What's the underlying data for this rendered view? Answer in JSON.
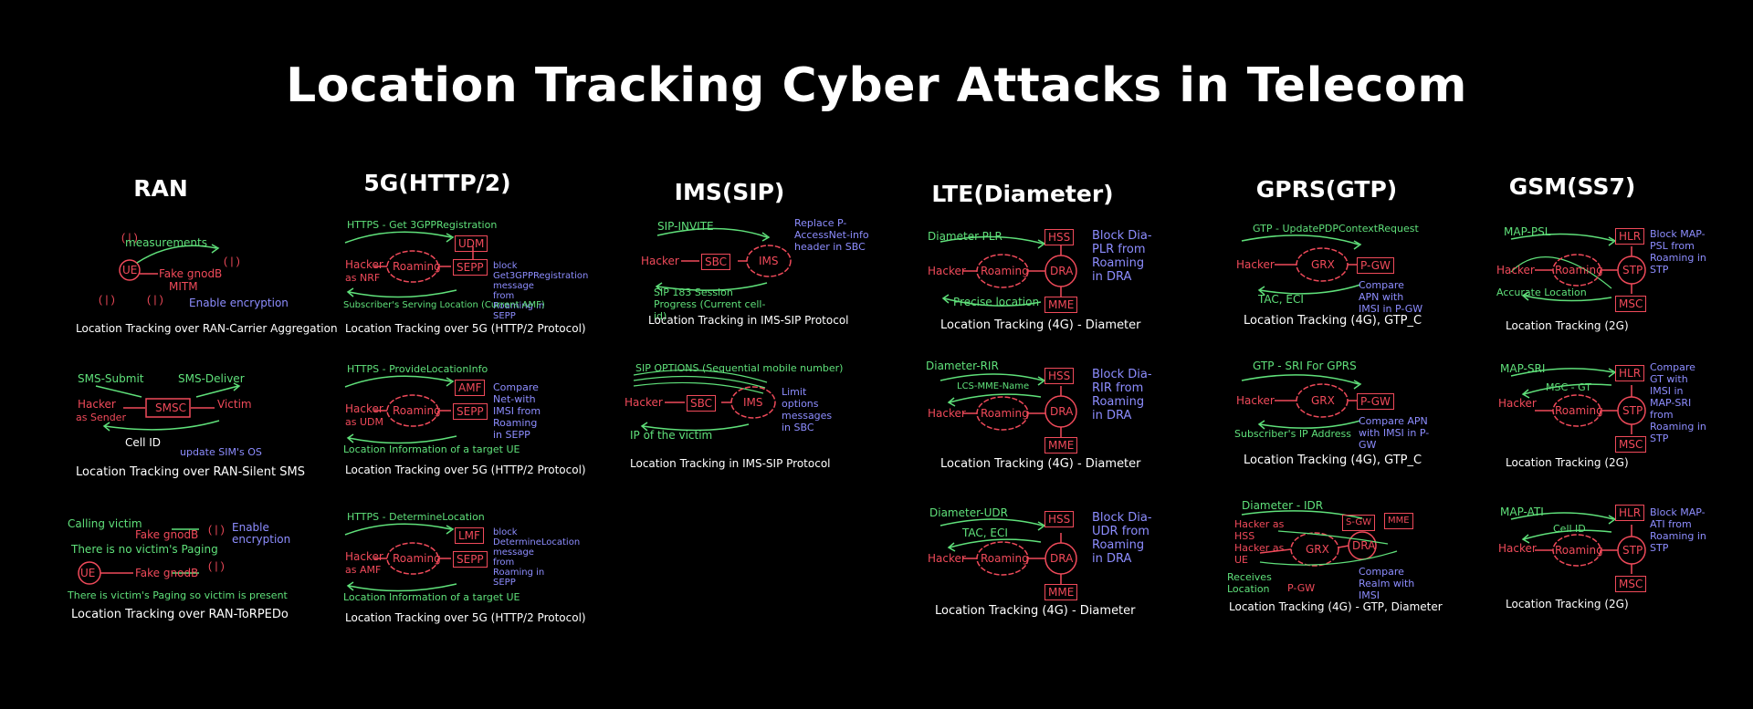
{
  "title": "Location Tracking Cyber Attacks in Telecom",
  "columns": [
    "RAN",
    "5G(HTTP/2)",
    "IMS(SIP)",
    "LTE(Diameter)",
    "GPRS(GTP)",
    "GSM(SS7)"
  ],
  "panels": {
    "ran1": {
      "caption": "Location Tracking over RAN-Carrier Aggregation",
      "measurements": "measurements",
      "ue": "UE",
      "fake": "Fake gnodB",
      "mitm": "MITM",
      "fix": "Enable encryption"
    },
    "ran2": {
      "caption": "Location Tracking over RAN-Silent SMS",
      "submit": "SMS-Submit",
      "deliver": "SMS-Deliver",
      "hacker": "Hacker",
      "as": "as Sender",
      "smsc": "SMSC",
      "victim": "Victim",
      "cellid": "Cell ID",
      "fix": "update SIM's OS"
    },
    "ran3": {
      "caption": "Location Tracking over RAN-ToRPEDo",
      "calling": "Calling victim",
      "fake1": "Fake gnodB",
      "noPaging": "There is no victim's Paging",
      "ue": "UE",
      "fake2": "Fake gnodB",
      "paging": "There is victim's Paging so victim is present",
      "fix": "Enable encryption"
    },
    "g5a": {
      "caption": "Location Tracking over 5G (HTTP/2 Protocol)",
      "top": "HTTPS - Get 3GPPRegistration",
      "hacker": "Hacker",
      "as": "as NRF",
      "roaming": "Roaming",
      "udm": "UDM",
      "sepp": "SEPP",
      "bottom": "Subscriber's Serving Location (Current AMF)",
      "fix": "block Get3GPPRegistration message from Roaming in SEPP"
    },
    "g5b": {
      "caption": "Location Tracking over 5G (HTTP/2 Protocol)",
      "top": "HTTPS - ProvideLocationInfo",
      "hacker": "Hacker",
      "as": "as UDM",
      "roaming": "Roaming",
      "amf": "AMF",
      "sepp": "SEPP",
      "bottom": "Location Information of a target UE",
      "fix": "Compare Net-with IMSI from Roaming in SEPP"
    },
    "g5c": {
      "caption": "Location Tracking over 5G (HTTP/2 Protocol)",
      "top": "HTTPS - DetermineLocation",
      "hacker": "Hacker",
      "as": "as AMF",
      "roaming": "Roaming",
      "lmf": "LMF",
      "sepp": "SEPP",
      "bottom": "Location Information of a target UE",
      "fix": "block DetermineLocation message from Roaming in SEPP"
    },
    "ims1": {
      "caption": "Location Tracking in IMS-SIP Protocol",
      "top": "SIP-INVITE",
      "hacker": "Hacker",
      "sbc": "SBC",
      "ims": "IMS",
      "bottom": "SIP 183 Session Progress (Current cell-id)",
      "fix": "Replace P-AccessNet-info header in SBC"
    },
    "ims2": {
      "caption": "Location Tracking in IMS-SIP Protocol",
      "top": "SIP OPTIONS (Sequential mobile number)",
      "hacker": "Hacker",
      "sbc": "SBC",
      "ims": "IMS",
      "bottom": "IP of the victim",
      "fix": "Limit options messages in SBC"
    },
    "lte1": {
      "caption": "Location Tracking (4G) - Diameter",
      "top": "Diameter-PLR",
      "hacker": "Hacker",
      "roaming": "Roaming",
      "hss": "HSS",
      "dra": "DRA",
      "mme": "MME",
      "bottom": "Precise location",
      "fix": "Block Dia-PLR from Roaming in DRA"
    },
    "lte2": {
      "caption": "Location Tracking (4G) - Diameter",
      "top": "Diameter-RIR",
      "mid": "LCS-MME-Name",
      "hacker": "Hacker",
      "roaming": "Roaming",
      "hss": "HSS",
      "dra": "DRA",
      "mme": "MME",
      "fix": "Block Dia-RIR from Roaming in DRA"
    },
    "lte3": {
      "caption": "Location Tracking (4G) - Diameter",
      "top": "Diameter-UDR",
      "mid": "TAC, ECI",
      "hacker": "Hacker",
      "roaming": "Roaming",
      "hss": "HSS",
      "dra": "DRA",
      "mme": "MME",
      "fix": "Block Dia-UDR from Roaming in DRA"
    },
    "gtp1": {
      "caption": "Location Tracking (4G), GTP_C",
      "top": "GTP - UpdatePDPContextRequest",
      "hacker": "Hacker",
      "grx": "GRX",
      "pgw": "P-GW",
      "bottom": "TAC, ECI",
      "fix": "Compare APN with IMSI in P-GW"
    },
    "gtp2": {
      "caption": "Location Tracking (4G), GTP_C",
      "top": "GTP - SRI For GPRS",
      "hacker": "Hacker",
      "grx": "GRX",
      "pgw": "P-GW",
      "bottom": "Subscriber's IP Address",
      "fix": "Compare APN with IMSI in P-GW"
    },
    "gtp3": {
      "caption": "Location Tracking (4G) - GTP, Diameter",
      "top": "Diameter - IDR",
      "hacker": "Hacker as HSS",
      "hacker2": "Hacker as UE",
      "sgw": "S-GW",
      "mme": "MME",
      "grx": "GRX",
      "dra": "DRA",
      "bottom": "Receives Location",
      "pgw": "P-GW",
      "fix": "Compare Realm with IMSI"
    },
    "gsm1": {
      "caption": "Location Tracking (2G)",
      "top": "MAP-PSL",
      "hacker": "Hacker",
      "roaming": "Roaming",
      "hlr": "HLR",
      "stp": "STP",
      "msc": "MSC",
      "bottom": "Accurate Location",
      "fix": "Block MAP-PSL from Roaming in STP"
    },
    "gsm2": {
      "caption": "Location Tracking (2G)",
      "top": "MAP-SRI",
      "mid": "MSC - GT",
      "hacker": "Hacker",
      "roaming": "Roaming",
      "hlr": "HLR",
      "stp": "STP",
      "msc": "MSC",
      "fix": "Compare GT with IMSI in MAP-SRI from Roaming in STP"
    },
    "gsm3": {
      "caption": "Location Tracking (2G)",
      "top": "MAP-ATI",
      "mid": "Cell ID",
      "hacker": "Hacker",
      "roaming": "Roaming",
      "hlr": "HLR",
      "stp": "STP",
      "msc": "MSC",
      "fix": "Block MAP-ATI from Roaming in STP"
    }
  }
}
